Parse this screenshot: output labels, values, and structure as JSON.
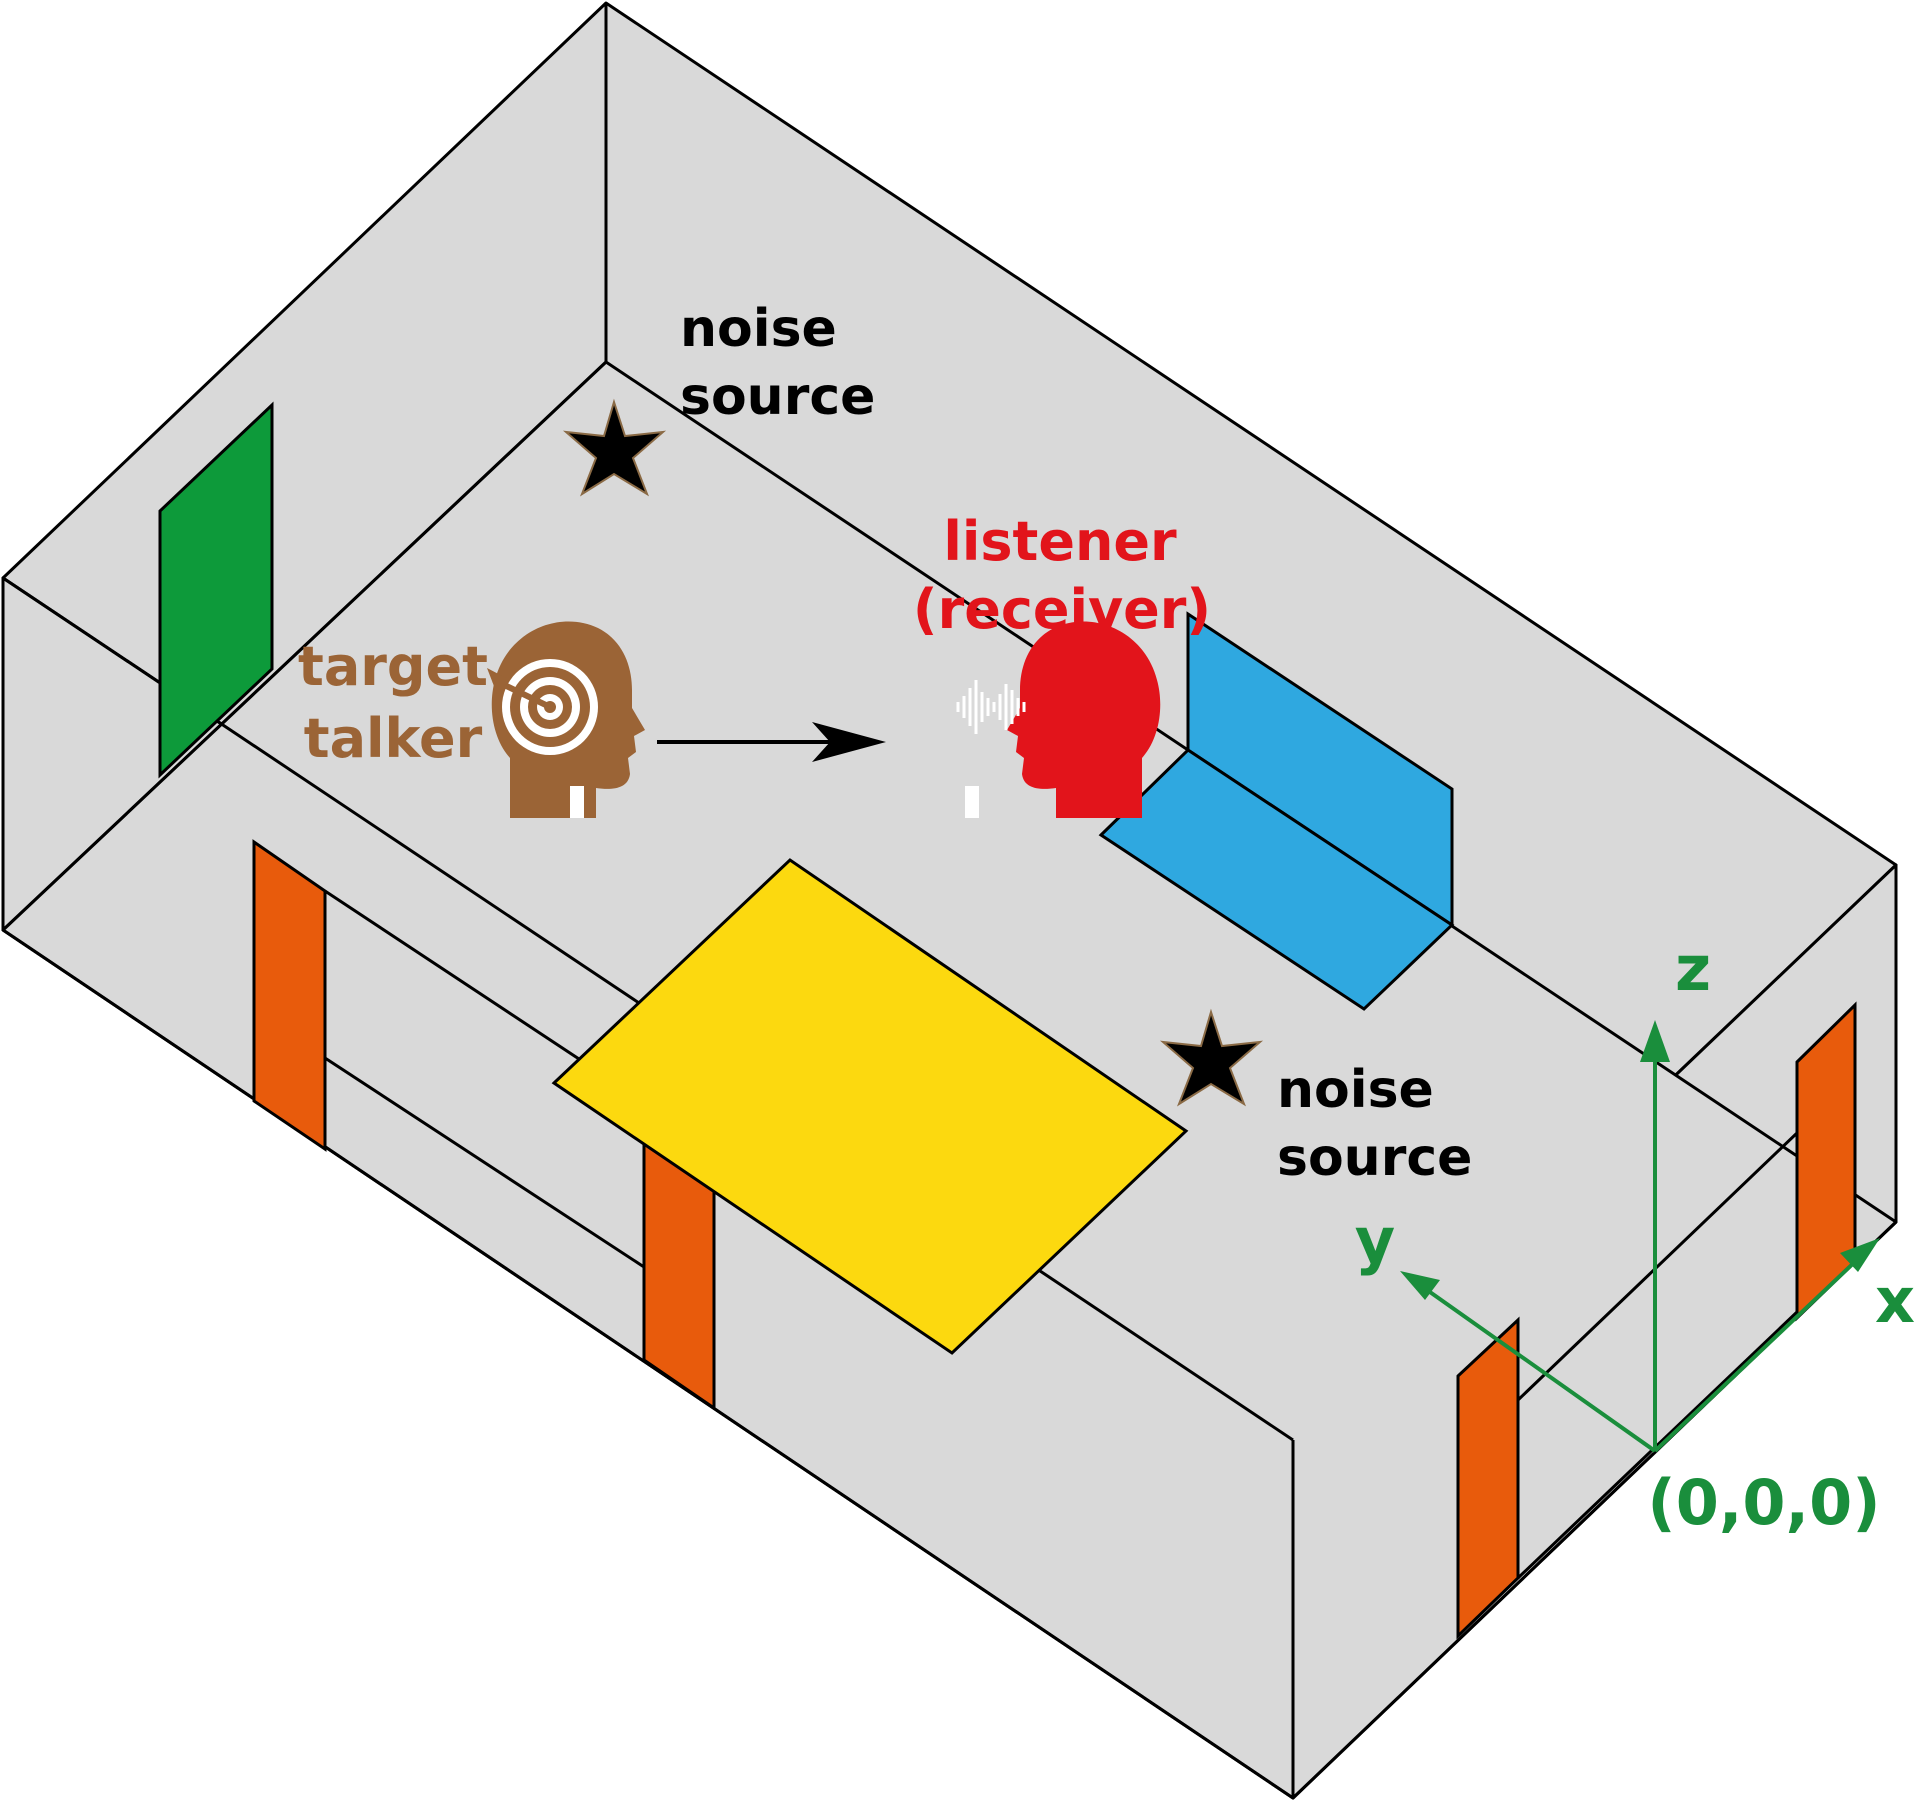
{
  "labels": {
    "noise_source_top_1": "noise",
    "noise_source_top_2": "source",
    "noise_source_bottom_1": "noise",
    "noise_source_bottom_2": "source",
    "listener_1": "listener",
    "listener_2": "(receiver)",
    "target_1": "target",
    "target_2": "talker",
    "axis_z": "z",
    "axis_y": "y",
    "axis_x": "x",
    "origin": "(0,0,0)"
  },
  "colors": {
    "room_fill": "#d9d9d9",
    "edge": "#000000",
    "door_green": "#0d9a3a",
    "window_orange": "#e85b0c",
    "table_yellow": "#fcd90f",
    "screen_blue": "#2fa8e0",
    "target_brown": "#9b6436",
    "listener_red": "#e2141b",
    "axis_green": "#1a8e3c",
    "star": "#000000"
  },
  "icons": [
    "target-head-icon",
    "listener-head-icon",
    "noise-star-icon"
  ]
}
